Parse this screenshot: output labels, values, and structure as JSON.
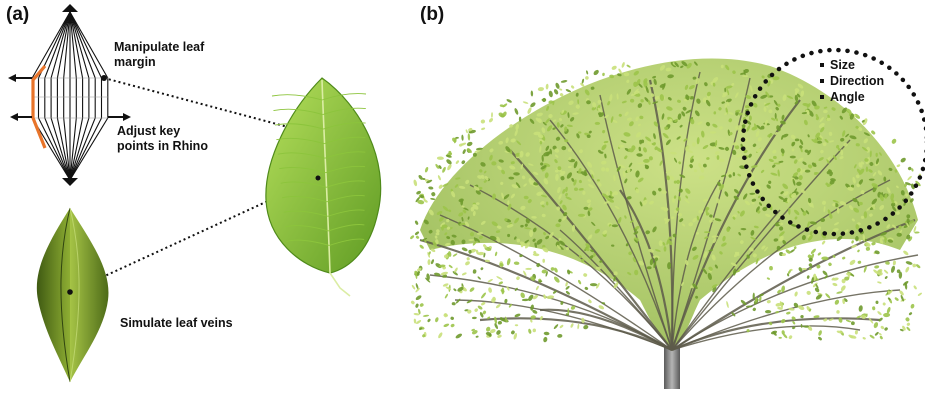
{
  "panels": {
    "a": {
      "label": "(a)"
    },
    "b": {
      "label": "(b)"
    }
  },
  "annotations": {
    "margin": "Manipulate leaf margin",
    "margin_line1": "Manipulate leaf",
    "margin_line2": "margin",
    "key_points_line1": "Adjust key",
    "key_points_line2": "points in Rhino",
    "veins": "Simulate leaf veins"
  },
  "legend": {
    "items": [
      "Size",
      "Direction",
      "Angle"
    ]
  },
  "colors": {
    "wire": "#111111",
    "wire_highlight": "#e8742a",
    "leaf_light": "#a6d64e",
    "leaf_dark": "#5e9a22",
    "leaf3d_light": "#9bbb3a",
    "leaf3d_dark": "#3e5a12",
    "foliage_light": "#c9e07a",
    "foliage_mid": "#9cc44a",
    "foliage_dark": "#6f9a2e",
    "branch": "#5d5a4a",
    "trunk": "#8a8a8a"
  }
}
